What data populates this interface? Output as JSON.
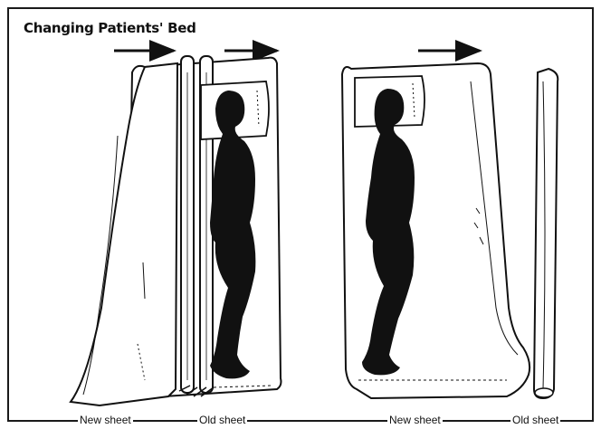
{
  "title": "Changing Patients' Bed",
  "labels": {
    "left_new_sheet": "New sheet",
    "left_old_sheet": "Old sheet",
    "right_new_sheet": "New sheet",
    "right_old_sheet": "Old sheet"
  },
  "colors": {
    "ink": "#111111",
    "paper": "#ffffff"
  }
}
